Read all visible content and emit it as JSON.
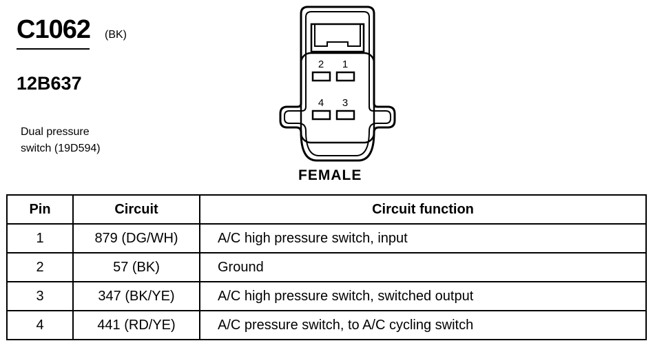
{
  "connector": {
    "id": "C1062",
    "color_code": "(BK)",
    "part_number": "12B637",
    "description_line1": "Dual pressure",
    "description_line2": "switch (19D594)",
    "gender": "FEMALE"
  },
  "pin_labels": [
    "2",
    "1",
    "4",
    "3"
  ],
  "table": {
    "headers": {
      "pin": "Pin",
      "circuit": "Circuit",
      "function": "Circuit function"
    },
    "rows": [
      {
        "pin": "1",
        "circuit": "879 (DG/WH)",
        "function": "A/C high pressure switch, input"
      },
      {
        "pin": "2",
        "circuit": "57 (BK)",
        "function": "Ground"
      },
      {
        "pin": "3",
        "circuit": "347 (BK/YE)",
        "function": "A/C high pressure switch, switched output"
      },
      {
        "pin": "4",
        "circuit": "441 (RD/YE)",
        "function": "A/C pressure switch, to A/C cycling switch"
      }
    ]
  }
}
